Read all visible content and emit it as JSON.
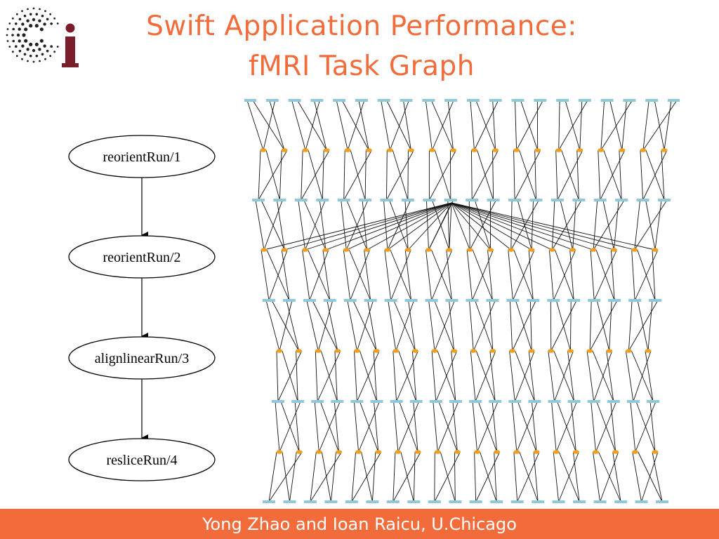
{
  "slide": {
    "title_line1": "Swift Application Performance:",
    "title_line2": "fMRI Task Graph",
    "footer": "Yong Zhao and Ioan Raicu, U.Chicago"
  },
  "flowchart": {
    "nodes": [
      "reorientRun/1",
      "reorientRun/2",
      "alignlinearRun/3",
      "resliceRun/4"
    ]
  },
  "colors": {
    "title": "#f26b3a",
    "footer_bg": "#f26b3a",
    "footer_text": "#ffffff",
    "logo_dots": "#222222",
    "logo_letter": "#7a1e2c",
    "node_cyan": "#8fc9d9",
    "node_orange": "#f0a020",
    "edge": "#111111"
  },
  "logo": {
    "icon": "ci-logo-icon"
  }
}
